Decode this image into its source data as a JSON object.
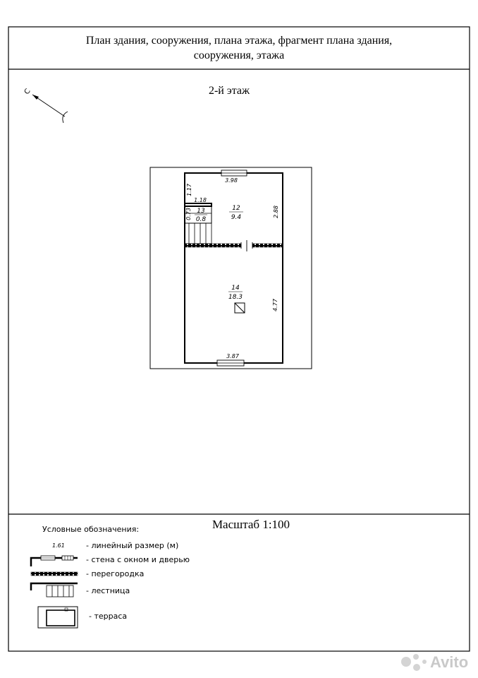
{
  "header": {
    "title_line1": "План здания, сооружения, плана этажа, фрагмент плана здания,",
    "title_line2": "сооружения, этажа"
  },
  "floor_label": "2-й этаж",
  "north_label": "С",
  "plan": {
    "dims": {
      "top_width": "3.98",
      "bottom_width": "3.87",
      "right_upper": "2.88",
      "right_lower": "4.77",
      "stair_height": "1.17",
      "stair_width": "1.18",
      "room13_height": "0.73"
    },
    "rooms": [
      {
        "number": "12",
        "area": "9.4"
      },
      {
        "number": "13",
        "area": "0.8"
      },
      {
        "number": "14",
        "area": "18.3"
      }
    ]
  },
  "scale": "Масштаб 1:100",
  "legend": {
    "heading": "Условные обозначения:",
    "sample_dimension": "1.61",
    "items": [
      {
        "label": "-  линейный размер (м)"
      },
      {
        "label": "-  стена с окном и дверью"
      },
      {
        "label": "-  перегородка"
      },
      {
        "label": "-  лестница"
      },
      {
        "label": "-  терраса"
      }
    ]
  },
  "watermark": "Avito"
}
